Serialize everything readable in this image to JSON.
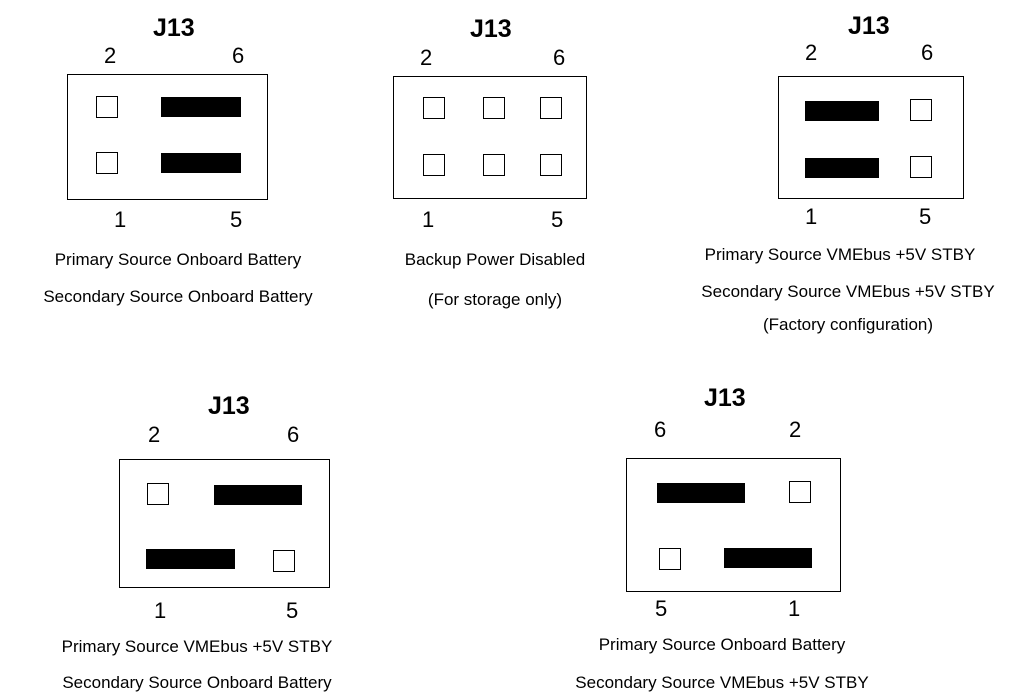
{
  "configs": [
    {
      "title": "J13",
      "pins": {
        "top_left": "2",
        "top_right": "6",
        "bottom_left": "1",
        "bottom_right": "5"
      },
      "captions": [
        "Primary Source Onboard Battery",
        "Secondary Source Onboard Battery"
      ]
    },
    {
      "title": "J13",
      "pins": {
        "top_left": "2",
        "top_right": "6",
        "bottom_left": "1",
        "bottom_right": "5"
      },
      "captions": [
        "Backup Power Disabled",
        "(For storage only)"
      ]
    },
    {
      "title": "J13",
      "pins": {
        "top_left": "2",
        "top_right": "6",
        "bottom_left": "1",
        "bottom_right": "5"
      },
      "captions": [
        "Primary Source VMEbus +5V STBY",
        "Secondary Source VMEbus +5V STBY",
        "(Factory configuration)"
      ]
    },
    {
      "title": "J13",
      "pins": {
        "top_left": "2",
        "top_right": "6",
        "bottom_left": "1",
        "bottom_right": "5"
      },
      "captions": [
        "Primary Source VMEbus +5V STBY",
        "Secondary Source Onboard Battery"
      ]
    },
    {
      "title": "J13",
      "pins": {
        "top_left": "6",
        "top_right": "2",
        "bottom_left": "5",
        "bottom_right": "1"
      },
      "captions": [
        "Primary Source Onboard Battery",
        "Secondary Source VMEbus +5V STBY"
      ]
    }
  ]
}
